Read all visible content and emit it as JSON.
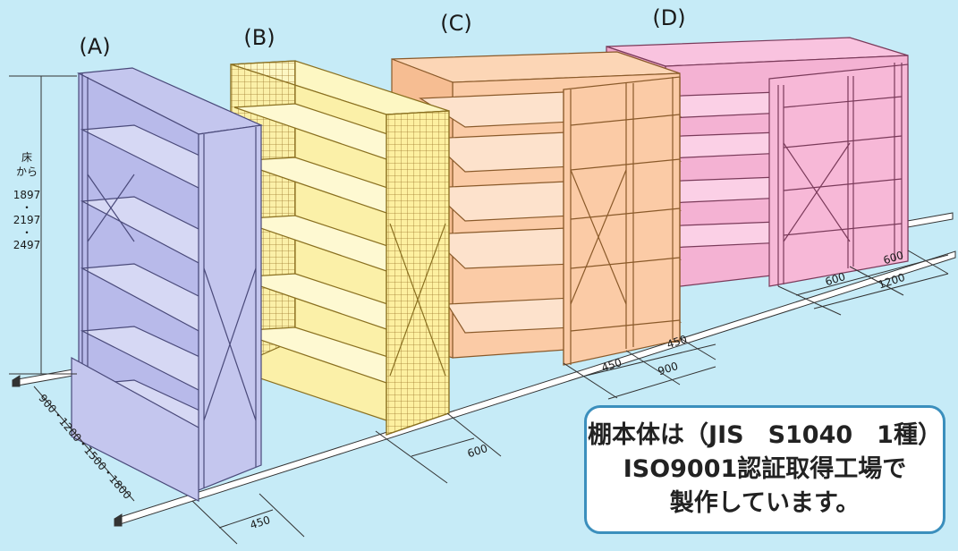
{
  "labels": {
    "a": "(A)",
    "b": "(B)",
    "c": "(C)",
    "d": "(D)"
  },
  "height_note": {
    "line1": "床",
    "line2": "から",
    "v1": "1897",
    "dot": "・",
    "v2": "2197",
    "v3": "2497"
  },
  "dims": {
    "a_depth": "450",
    "b_depth": "600",
    "c_single": "450",
    "c_single_2": "450",
    "c_total": "900",
    "d_single": "600",
    "d_single_2": "600",
    "d_total": "1200",
    "rail_length": "900・1200・1500・1800"
  },
  "note": {
    "line1": "棚本体は（JIS　S1040　1種）",
    "line2": "ISO9001認証取得工場で",
    "line3": "製作しています。"
  },
  "colors": {
    "background": "#c6ebf7",
    "shelf_a": "#c4c6ee",
    "shelf_b": "#fdf7c3",
    "shelf_c": "#fcd6b6",
    "shelf_d": "#f9c3df",
    "note_border": "#3b8fbd"
  }
}
